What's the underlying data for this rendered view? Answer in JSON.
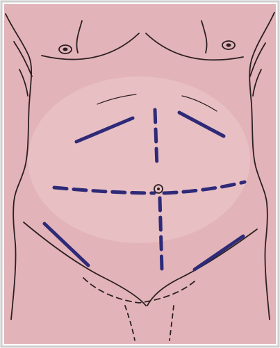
{
  "figure": {
    "colors": {
      "skin": "#e2b3b8",
      "skin_light": "#ecc9cc",
      "frame": "#cfcfcf",
      "outline": "#2b1f22",
      "incision": "#2e2a78"
    },
    "incisions": [
      {
        "kind": "left-subcostal",
        "style": "solid"
      },
      {
        "kind": "right-subcostal",
        "style": "solid"
      },
      {
        "kind": "midline",
        "style": "dashed"
      },
      {
        "kind": "transverse",
        "style": "dashed"
      },
      {
        "kind": "right-iliac",
        "style": "solid"
      },
      {
        "kind": "left-iliac",
        "style": "solid"
      }
    ]
  }
}
